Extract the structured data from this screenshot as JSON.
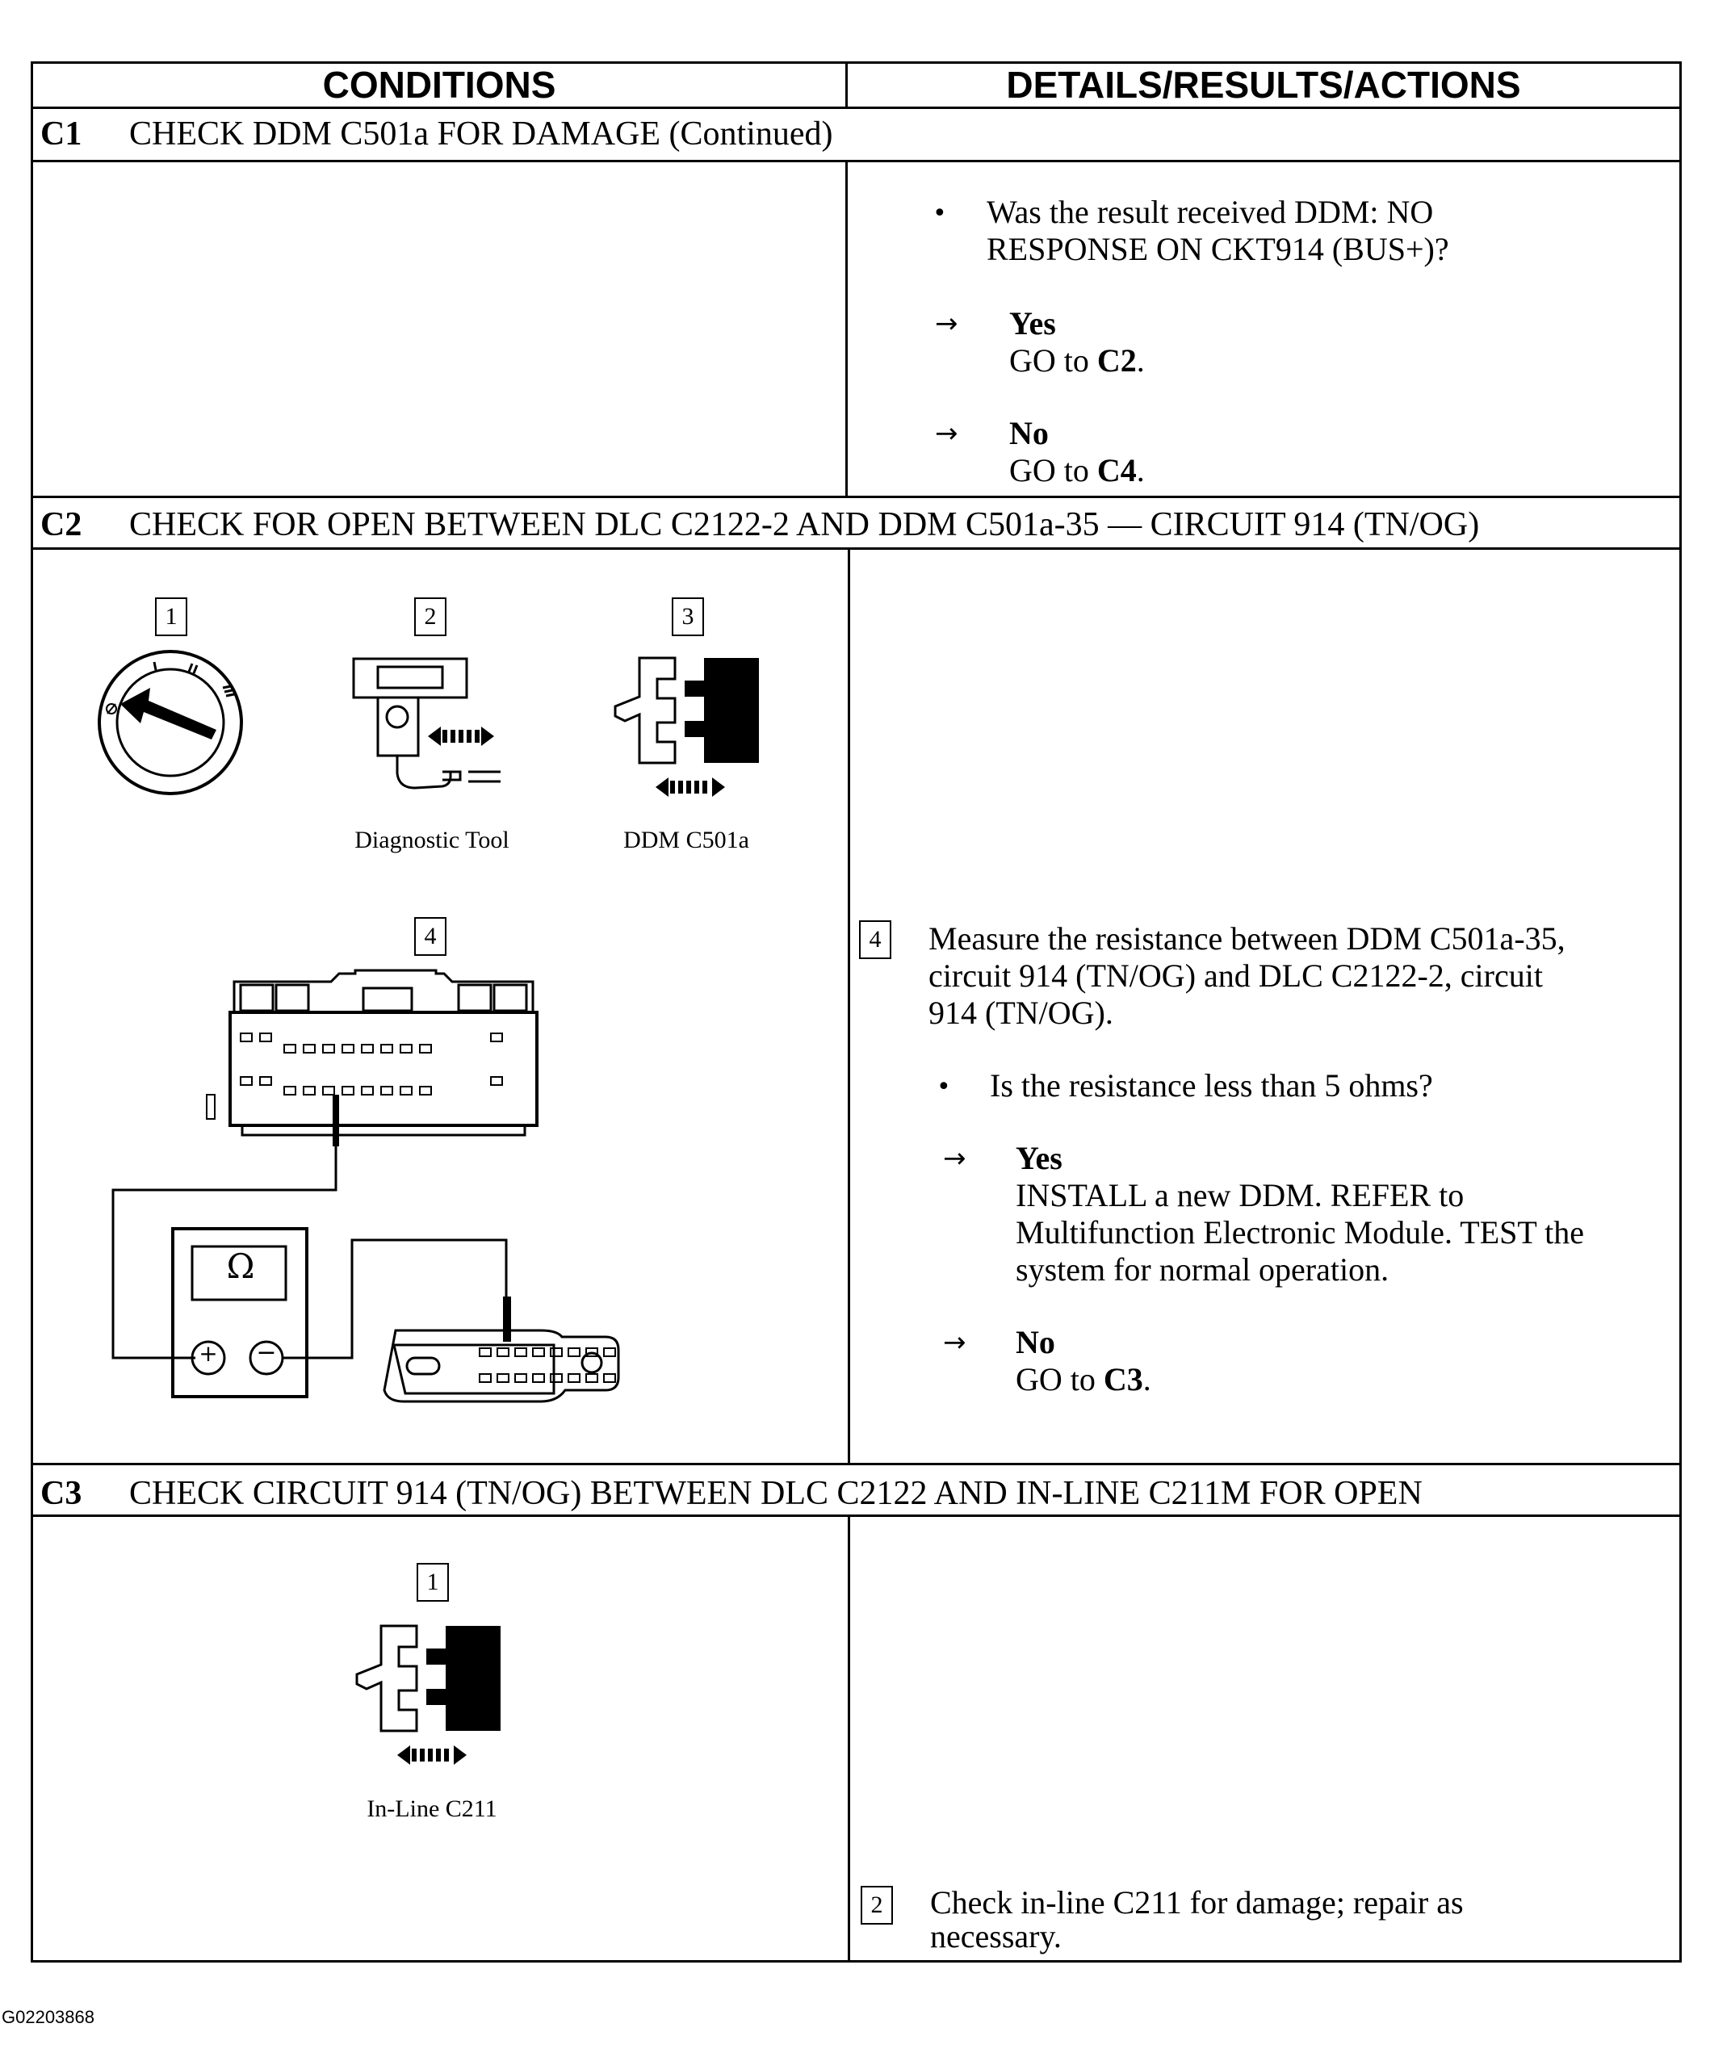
{
  "header": {
    "conditions": "CONDITIONS",
    "details": "DETAILS/RESULTS/ACTIONS"
  },
  "c1": {
    "id": "C1",
    "title": "CHECK DDM C501a FOR DAMAGE (Continued)",
    "question_line1": "Was the result received DDM: NO",
    "question_line2": "RESPONSE ON CKT914 (BUS+)?",
    "yes": "Yes",
    "yes_action_pre": "GO to ",
    "yes_action_target": "C2",
    "no": "No",
    "no_action_pre": "GO to ",
    "no_action_target": "C4"
  },
  "c2": {
    "id": "C2",
    "title": "CHECK FOR OPEN BETWEEN DLC C2122-2 AND DDM C501a-35 — CIRCUIT 914 (TN/OG)",
    "step1": "1",
    "step2": "2",
    "step3": "3",
    "step4": "4",
    "caption_tool": "Diagnostic Tool",
    "caption_ddm": "DDM C501a",
    "meter_symbol": "Ω",
    "meter_plus": "+",
    "meter_minus": "−",
    "measure_line1": "Measure the resistance between DDM C501a-35,",
    "measure_line2": "circuit 914 (TN/OG) and DLC C2122-2, circuit",
    "measure_line3": "914 (TN/OG).",
    "question": "Is the resistance less than 5 ohms?",
    "yes": "Yes",
    "yes_line1": "INSTALL a new DDM. REFER to",
    "yes_line2": "Multifunction Electronic Module.  TEST the",
    "yes_line3": "system for normal operation.",
    "no": "No",
    "no_action_pre": "GO to ",
    "no_action_target": "C3"
  },
  "c3": {
    "id": "C3",
    "title": "CHECK CIRCUIT 914 (TN/OG) BETWEEN DLC C2122 AND IN-LINE C211M FOR OPEN",
    "step1": "1",
    "step2": "2",
    "caption": "In-Line C211",
    "action_line1": "Check in-line C211 for damage; repair as",
    "action_line2": "necessary."
  },
  "bullet": "•",
  "arrow": "→",
  "figure_code": "G02203868"
}
